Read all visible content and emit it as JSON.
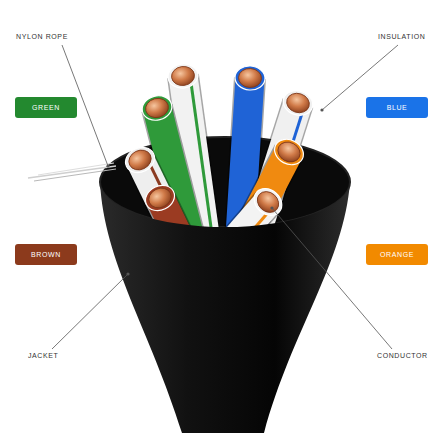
{
  "diagram": {
    "nodes": [
      {
        "text": [
          "GREEN"
        ]
      },
      {
        "text": [
          "BLUE"
        ]
      },
      {
        "text": [
          "BROWN"
        ]
      },
      {
        "text": [
          "ORANGE"
        ]
      }
    ],
    "labels": [
      "NYLON ROPE",
      "INSULATION",
      "JACKET",
      "CONDUCTOR"
    ]
  }
}
